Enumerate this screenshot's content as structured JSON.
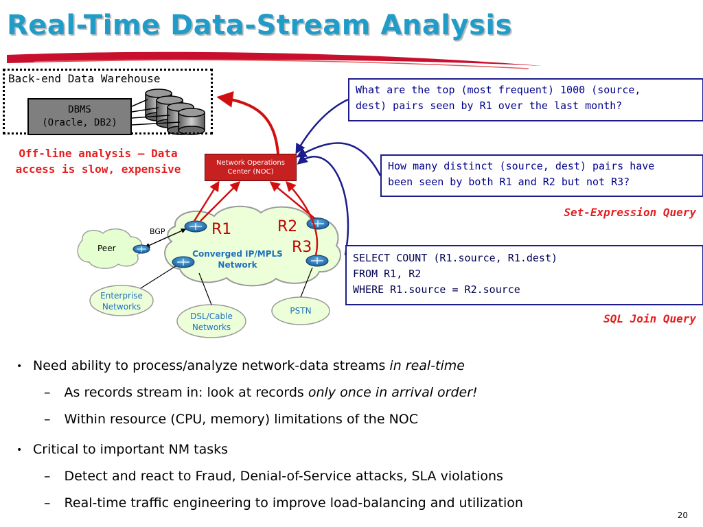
{
  "title": "Real-Time Data-Stream Analysis",
  "warehouse": {
    "label": "Back-end Data Warehouse",
    "dbms_line1": "DBMS",
    "dbms_line2": "(Oracle, DB2)"
  },
  "offline_note": {
    "line1": "Off-line analysis – Data",
    "line2": "access  is slow, expensive"
  },
  "noc": {
    "line1": "Network Operations",
    "line2": "Center  (NOC)"
  },
  "network": {
    "routers": {
      "r1": "R1",
      "r2": "R2",
      "r3": "R3"
    },
    "bgp": "BGP",
    "peer": "Peer",
    "core_line1": "Converged IP/MPLS",
    "core_line2": "Network",
    "enterprise_line1": "Enterprise",
    "enterprise_line2": "Networks",
    "dsl_line1": "DSL/Cable",
    "dsl_line2": "Networks",
    "pstn": "PSTN"
  },
  "queries": {
    "q1_line1": "What are the top (most frequent) 1000 (source,",
    "q1_line2": "dest) pairs seen by R1 over the last month?",
    "q2_line1": "How many distinct (source, dest) pairs have",
    "q2_line2": "been seen by both R1 and R2 but not R3?",
    "set_expression_tag": "Set-Expression Query",
    "sql_line1": "SELECT COUNT (R1.source, R1.dest)",
    "sql_line2": "FROM  R1, R2",
    "sql_line3": "WHERE R1.source = R2.source",
    "sql_join_tag": "SQL Join Query"
  },
  "bullets": {
    "b1_pre": "Need ability to process/analyze network-data streams ",
    "b1_em": "in real-time",
    "b1a_pre": "As records stream in:  look at records ",
    "b1a_em": "only once in arrival order!",
    "b1b": "Within resource (CPU, memory) limitations of the NOC",
    "b2": "Critical to important NM tasks",
    "b2a": "Detect and react to  Fraud, Denial-of-Service attacks, SLA violations",
    "b2b": "Real-time traffic engineering to improve load-balancing and utilization",
    "dash": "–",
    "dot": "•"
  },
  "page_number": "20",
  "colors": {
    "title": "#1f9cc7",
    "accent_red": "#e41e1e",
    "query_blue": "#00008b",
    "noc_red": "#c62020"
  }
}
